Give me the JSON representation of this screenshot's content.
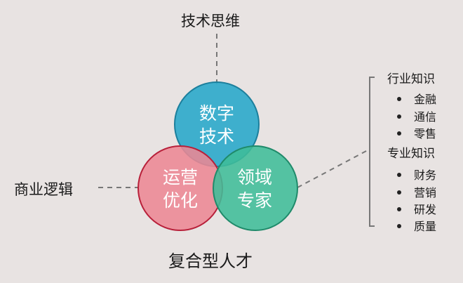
{
  "top_label": "技术思维",
  "left_label": "商业逻辑",
  "bottom_title": "复合型人才",
  "circles": {
    "top": {
      "line1": "数字",
      "line2": "技术",
      "color": "#2faacb",
      "stroke": "#1c7f9c"
    },
    "left": {
      "line1": "运营",
      "line2": "优化",
      "color": "#ec8794",
      "stroke": "#b8203a"
    },
    "right": {
      "line1": "领域",
      "line2": "专家",
      "color": "#3fbd98",
      "stroke": "#1f8a6a"
    }
  },
  "knowledge": {
    "groups": [
      {
        "title": "行业知识",
        "items": [
          "金融",
          "通信",
          "零售"
        ]
      },
      {
        "title": "专业知识",
        "items": [
          "财务",
          "营销",
          "研发",
          "质量"
        ]
      }
    ]
  }
}
